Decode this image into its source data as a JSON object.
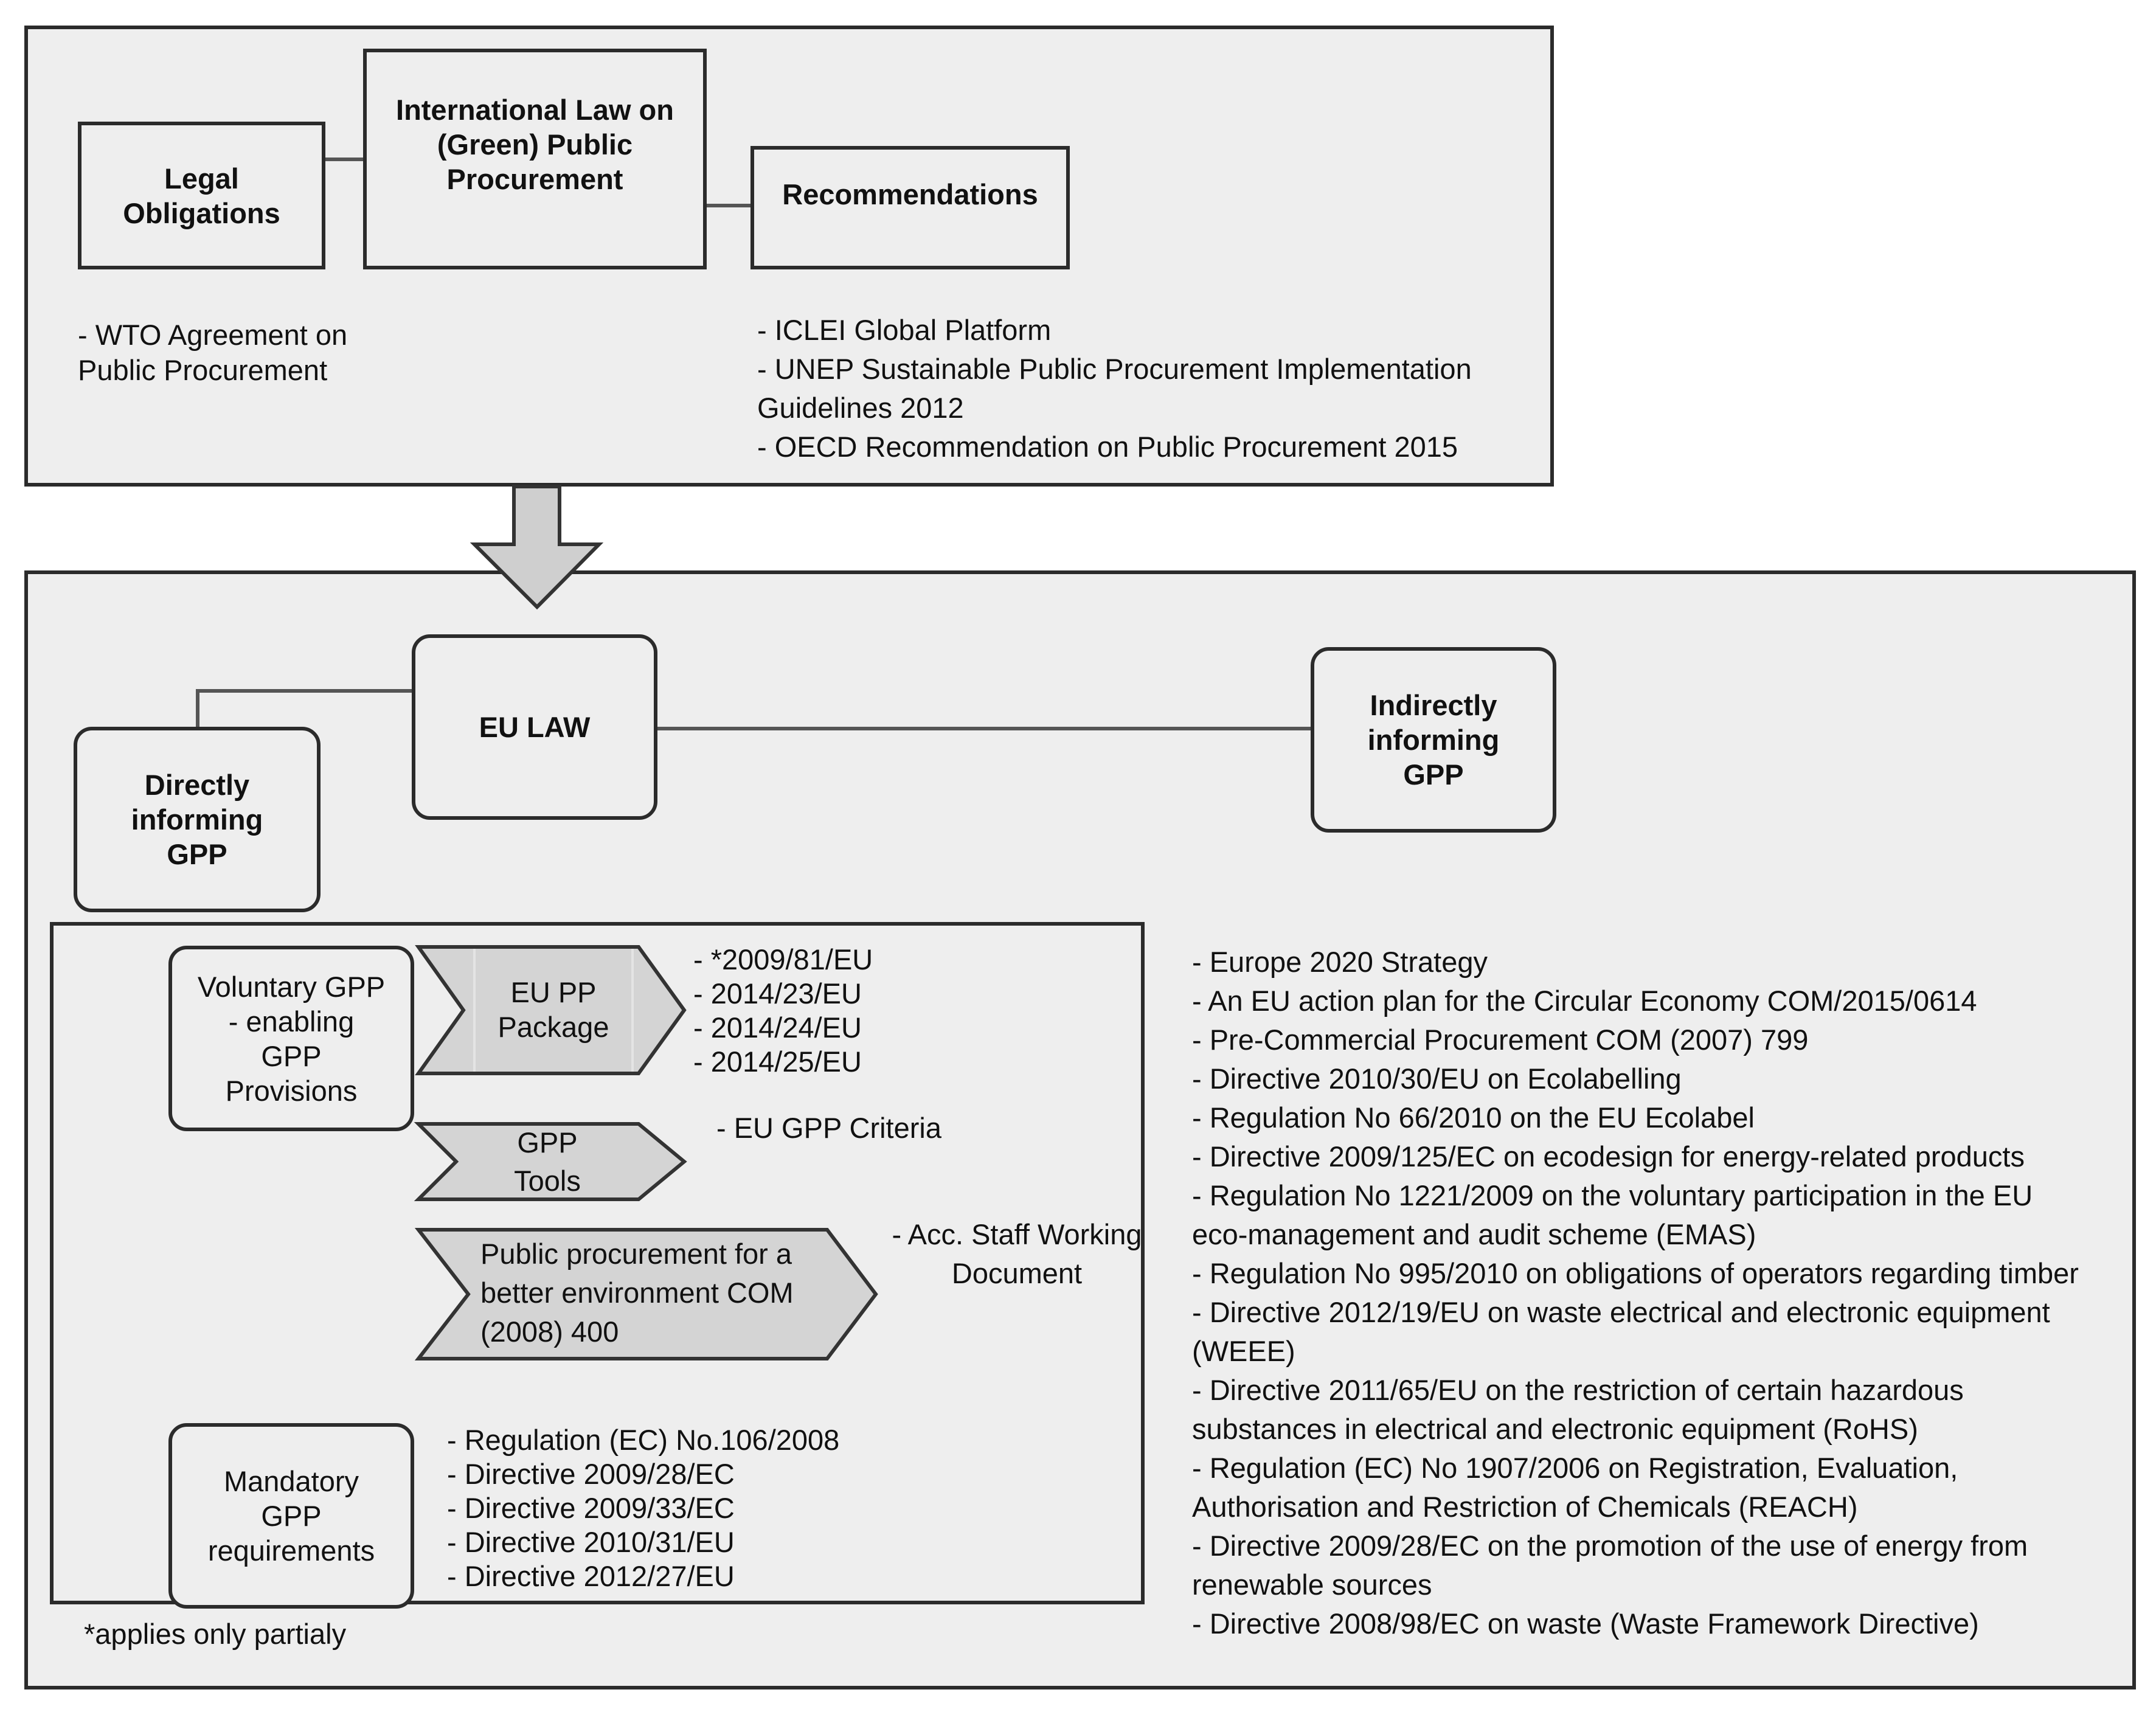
{
  "international": {
    "center_box": "International Law on (Green) Public Procurement",
    "legal_box": "Legal Obligations",
    "recommendations_box": "Recommendations",
    "legal_items": "- WTO Agreement on\nPublic Procurement",
    "recommendation_items": "- ICLEI Global Platform\n- UNEP Sustainable Public Procurement Implementation\nGuidelines 2012\n- OECD Recommendation on Public Procurement 2015"
  },
  "eu": {
    "center_box": "EU LAW",
    "direct_box": "Directly informing GPP",
    "indirect_box": "Indirectly informing GPP",
    "voluntary_box": "Voluntary GPP - enabling GPP Provisions",
    "mandatory_box": "Mandatory GPP requirements",
    "chevrons": {
      "pp_package": "EU PP Package",
      "gpp_tools": "GPP Tools",
      "public_procurement": "Public procurement for a better environment COM (2008) 400"
    },
    "pp_package_items": "- *2009/81/EU\n- 2014/23/EU\n- 2014/24/EU\n- 2014/25/EU",
    "gpp_tools_items": "- EU GPP Criteria",
    "public_procurement_items": "- Acc. Staff Working\nDocument",
    "mandatory_items": "- Regulation (EC) No.106/2008\n- Directive 2009/28/EC\n- Directive 2009/33/EC\n- Directive 2010/31/EU\n- Directive 2012/27/EU",
    "footnote": "*applies only partialy",
    "indirect_items": "- Europe 2020 Strategy\n- An EU action plan for the Circular Economy COM/2015/0614\n- Pre-Commercial Procurement COM (2007) 799\n- Directive 2010/30/EU on Ecolabelling\n- Regulation No 66/2010 on the EU Ecolabel\n- Directive 2009/125/EC on ecodesign  for energy-related products\n- Regulation No 1221/2009 on the voluntary participation in the EU\neco-management and audit scheme (EMAS)\n- Regulation No 995/2010 on obligations of operators regarding timber\n- Directive 2012/19/EU on waste electrical and electronic equipment\n(WEEE)\n- Directive 2011/65/EU on the restriction of certain hazardous\nsubstances in electrical and electronic equipment (RoHS)\n- Regulation (EC) No 1907/2006 on Registration, Evaluation,\nAuthorisation and Restriction of Chemicals (REACH)\n- Directive 2009/28/EC on the promotion of the use of energy from\nrenewable sources\n- Directive 2008/98/EC on waste (Waste Framework Directive)"
  }
}
